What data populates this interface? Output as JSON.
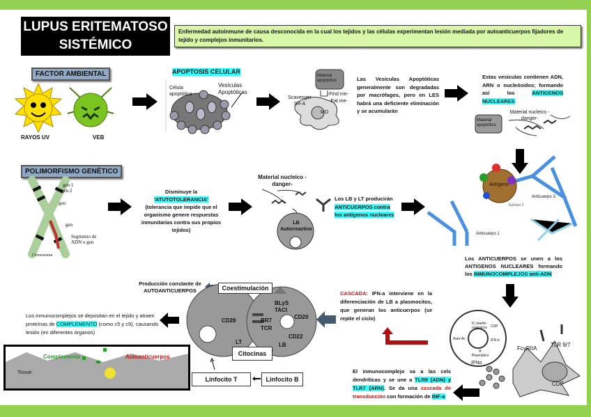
{
  "title": {
    "line1": "LUPUS ERITEMATOSO",
    "line2": "SISTÉMICO"
  },
  "definition": "Enfermedad autoinmune de causa desconocida en la cual los tejidos y las células experimentan lesión mediada por autoanticuerpos fijadores de tejido y complejos inmunitarios.",
  "factor_ambiental": {
    "label": "FACTOR AMBIENTAL",
    "items": [
      "RAYOS UV",
      "VEB"
    ]
  },
  "apoptosis": {
    "label": "APOPTOSIS CELULAR",
    "cell": "Célula apoptótica",
    "vesicles": "Vesículas Apoptóticas"
  },
  "macrophage": {
    "material": "Material apoptótico",
    "scavenger": "Scavenger SR-A",
    "find": "-Find me-",
    "eat": "-Eat me-",
    "cell": "MO"
  },
  "vesicle_text": "Las Vesículas Apoptóticas generalmente son degradadas por macrófagos, pero en LES habrá una deficiente eliminación y se acumularán",
  "antigen_text": {
    "before": "Estas vesículas contienen ADN, ARN o nucleósidos; formando así los ",
    "highlight": "ANTIGENOS NUCLEARES"
  },
  "danger_small": {
    "material": "Material apoptótico",
    "nucleic": "Material nucleico -danger-"
  },
  "polimorfismo": {
    "label": "POLIMORFISMO GENÉTICO",
    "gen1": "gen 1",
    "gen2": "gen 2",
    "gen": "gen",
    "segment": "Segmento de ADN o gen",
    "chromosome": "Cromosoma"
  },
  "tolerance": {
    "line1": "Disminuye la",
    "highlight": "'ATUTOTOLERANCIA'",
    "rest": "(tolerancia que impide que el organismo genere respuestas inmunitarias contra sus propios tejidos)"
  },
  "lb_diagram": {
    "nucleic": "Material nucleico -danger-",
    "cell": "LB Autorreactivo"
  },
  "antibodies_text": {
    "before": "Los LB y LT producirán ",
    "highlight": "ANTICUERPOS contra los antígenos nucleares"
  },
  "antibody_diagram": {
    "antigen": "Antígeno",
    "epitope3": "Epítopo 3",
    "ab3": "Anticuerpo 3",
    "ab1": "Anticuerpo 1",
    "epitope": "Epítopo 3"
  },
  "immunocomplex_text": {
    "before": "Los ANTICUERPOS se unen a los ANTIGENOS NUCLEARES formando los ",
    "highlight": "INMUNOCOMPLEJOS anti-ADN"
  },
  "production": "Producción constante de AUTOANTICUERPOS",
  "costim": "Coestimulación",
  "lt_cell": {
    "cd28": "CD28",
    "name": "LT"
  },
  "lb_cell": {
    "blys": "BLyS",
    "taci": "TACI",
    "br7": "BR7",
    "tcr": "TCR",
    "cd20": "CD20",
    "cd22": "CD22",
    "name": "LB"
  },
  "cytokines": "Citocinas",
  "linfocito_t": "Linfocito T",
  "linfocito_b": "Linfocito B",
  "deposit_text": {
    "before": "Los inmunocomplejos se depositan en el tejido y atraen proteínas de ",
    "highlight": "COMPLEMENTO",
    "after": " (como c5 y c9), causando lesión (en diferentes órganos)"
  },
  "tissue": {
    "complement": "Complemento",
    "autoantibodies": "Autoanticuerpos",
    "tissue": "Tissue"
  },
  "cascade_text": {
    "label": "CASCADA:",
    "rest": " IFN-a interviene en la diferenciación de LB a plasmocitos, que generan los anticuerpos (se repite el ciclo)"
  },
  "dendritic": {
    "ic": "IC interfe-rogénicos",
    "cdp": "CDP",
    "autoac": "Auto-Ac",
    "ifn": "IFN-α",
    "plasma": "B Plasmático",
    "fc": "FcγRIIA",
    "tlr": "TLR 9/7",
    "cdr": "CDP",
    "ifn2": "IFNα"
  },
  "dendritic_text": {
    "p1": "El inmunocomplejo va a las cels dendríticas y se une a ",
    "tlr9": "TLR9 (ADN) y TLR7 (ARN)",
    "p2": ". Se da una ",
    "cascade": "cascada de transducción",
    "p3": " con formación de ",
    "inf": "INF-a"
  },
  "colors": {
    "frame": "#92d050",
    "highlight": "#33ffff",
    "definition_bg": "#d9f7a8",
    "label_bg": "#8ea9c8",
    "red": "#d01010"
  }
}
